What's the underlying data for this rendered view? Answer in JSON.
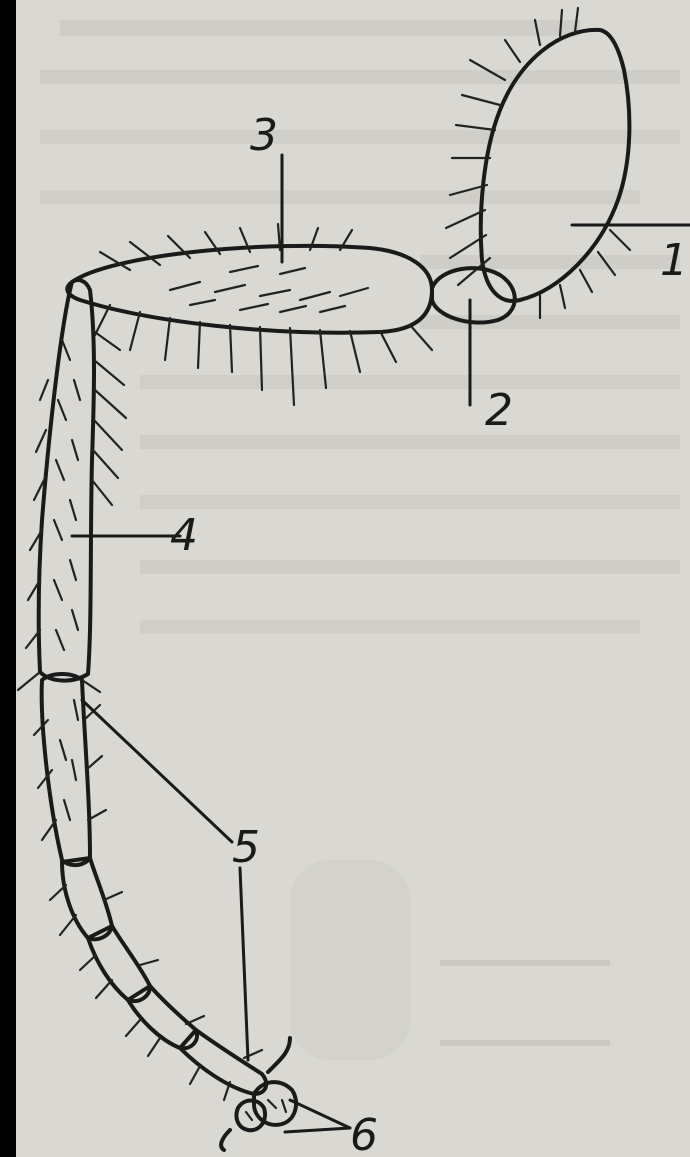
{
  "labels": {
    "l1": "1",
    "l2": "2",
    "l3": "3",
    "l4": "4",
    "l5": "5",
    "l6": "6"
  },
  "colors": {
    "paper": "#d9d8d2",
    "ink": "#1a1a1a",
    "bleed_text": "#b3b3ad",
    "border": "#000000"
  }
}
